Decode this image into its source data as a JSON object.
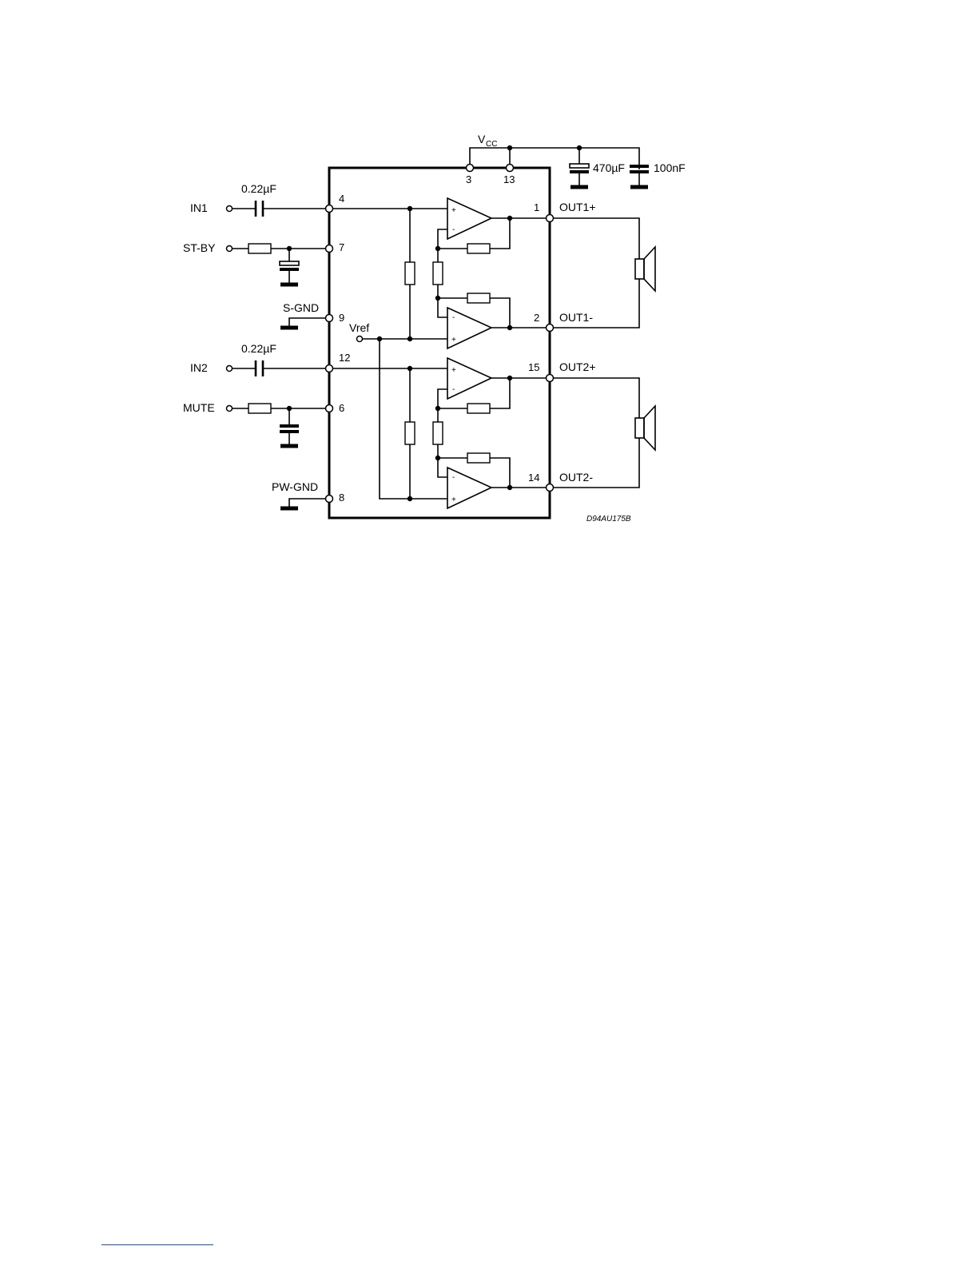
{
  "supply": {
    "vcc_main": "V",
    "vcc_sub": "CC"
  },
  "capacitors": {
    "in1_cap": "0.22µF",
    "in2_cap": "0.22µF",
    "bulk_cap": "470µF",
    "decoupling_cap": "100nF"
  },
  "inputs": {
    "in1": "IN1",
    "st_by": "ST-BY",
    "s_gnd": "S-GND",
    "in2": "IN2",
    "mute": "MUTE",
    "pw_gnd": "PW-GND",
    "vref": "Vref"
  },
  "outputs": {
    "out1_plus": "OUT1+",
    "out1_minus": "OUT1-",
    "out2_plus": "OUT2+",
    "out2_minus": "OUT2-"
  },
  "pins": {
    "p3": "3",
    "p13": "13",
    "p4": "4",
    "p7": "7",
    "p9": "9",
    "p12": "12",
    "p6": "6",
    "p8": "8",
    "p1": "1",
    "p2": "2",
    "p15": "15",
    "p14": "14"
  },
  "opamp_signs": {
    "plus": "+",
    "minus": "-"
  },
  "drawing_ref": "D94AU175B"
}
